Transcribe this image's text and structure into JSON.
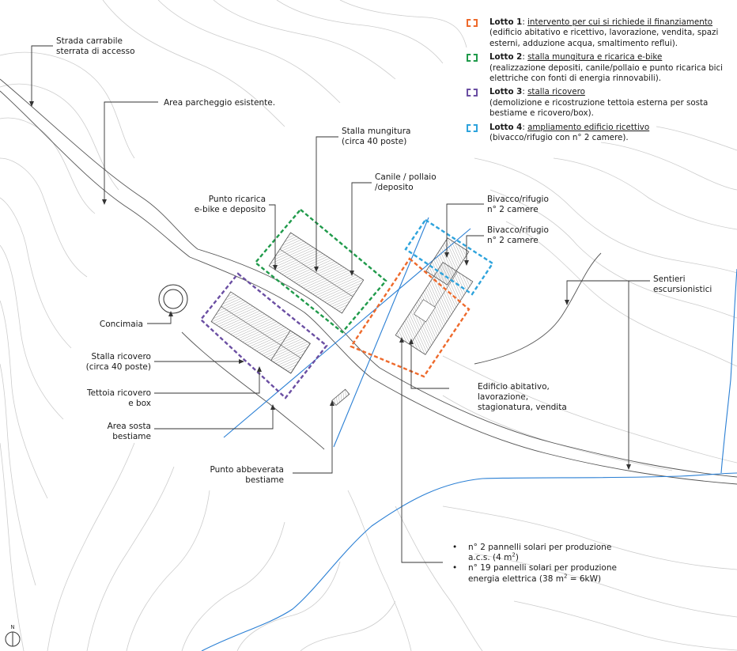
{
  "legend": [
    {
      "lot": "Lotto 1",
      "title": "intervento per cui si richiede il finanziamento",
      "desc": "(edificio abitativo e ricettivo, lavorazione, vendita, spazi esterni, adduzione acqua, smaltimento reflui).",
      "color": "#ee6a2c"
    },
    {
      "lot": "Lotto 2",
      "title": "stalla mungitura e ricarica e-bike",
      "desc": "(realizzazione depositi, canile/pollaio e punto ricarica bici elettriche con fonti di energia rinnovabili).",
      "color": "#1f9a4a"
    },
    {
      "lot": "Lotto 3",
      "title": "stalla ricovero",
      "desc": "(demolizione e ricostruzione tettoia esterna per sosta bestiame e ricovero/box).",
      "color": "#6b4fa3"
    },
    {
      "lot": "Lotto 4",
      "title": "ampliamento edificio ricettivo",
      "desc": "(bivacco/rifugio con n° 2 camere).",
      "color": "#2ea3dc"
    }
  ],
  "labels": {
    "strada_1": "Strada carrabile",
    "strada_2": "sterrata di accesso",
    "parcheggio": "Area parcheggio esistente.",
    "mungitura_1": "Stalla mungitura",
    "mungitura_2": "(circa 40 poste)",
    "canile_1": "Canile / pollaio",
    "canile_2": "/deposito",
    "ricarica_1": "Punto ricarica",
    "ricarica_2": "e-bike e deposito",
    "bivacco_a_1": "Bivacco/rifugio",
    "bivacco_a_2": "n° 2 camere",
    "bivacco_b_1": "Bivacco/rifugio",
    "bivacco_b_2": "n° 2 camere",
    "sentieri_1": "Sentieri",
    "sentieri_2": "escursionistici",
    "concimaia": "Concimaia",
    "ricovero_1": "Stalla ricovero",
    "ricovero_2": "(circa 40 poste)",
    "tettoia_1": "Tettoia ricovero",
    "tettoia_2": "e box",
    "sosta_1": "Area sosta",
    "sosta_2": "bestiame",
    "edificio_1": "Edificio abitativo,",
    "edificio_2": "lavorazione,",
    "edificio_3": "stagionatura, vendita",
    "abbeverata_1": "Punto abbeverata",
    "abbeverata_2": "bestiame",
    "north": "N"
  },
  "solar": {
    "bullet": "•",
    "item1_a": "n° 2 pannelli solari per produzione",
    "item1_b": "a.c.s. (4 m",
    "item1_sup": "2",
    "item1_c": ")",
    "item2_a": "n° 19 pannelli solari per produzione",
    "item2_b": "energia elettrica (38 m",
    "item2_sup": "2",
    "item2_c": " = 6kW)"
  },
  "colors": {
    "water": "#2a7fd4",
    "contour": "#c8c8c8",
    "leader": "#333333"
  }
}
